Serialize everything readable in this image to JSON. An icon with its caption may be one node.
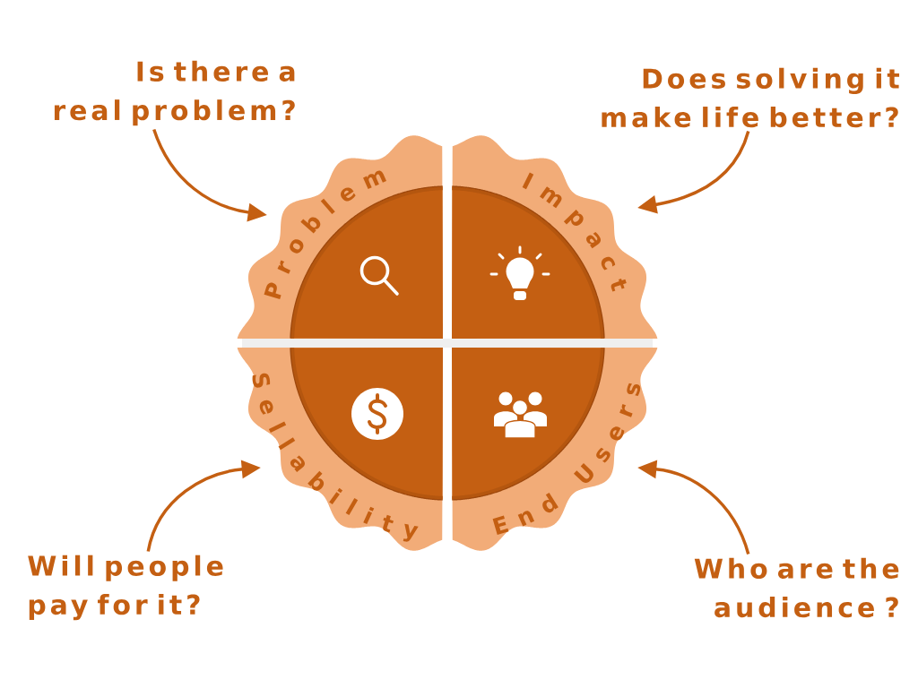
{
  "diagram": {
    "nodes": [
      {
        "text": [
          "Is there a real problem?"
        ]
      },
      {
        "text": [
          "Does solving it make life better?"
        ]
      },
      {
        "text": [
          "Problem"
        ]
      },
      {
        "text": [
          "Impact"
        ]
      },
      {
        "text": [
          "Sellability"
        ]
      },
      {
        "text": [
          "End Users"
        ]
      },
      {
        "text": [
          "Will people pay for it?"
        ]
      },
      {
        "text": [
          "Who are the audience ?"
        ]
      }
    ],
    "edges": [
      {
        "from": 0,
        "to": 2,
        "arrow": "to"
      },
      {
        "from": 1,
        "to": 3,
        "arrow": "to"
      },
      {
        "from": 6,
        "to": 4,
        "arrow": "to"
      },
      {
        "from": 7,
        "to": 5,
        "arrow": "to"
      }
    ]
  }
}
